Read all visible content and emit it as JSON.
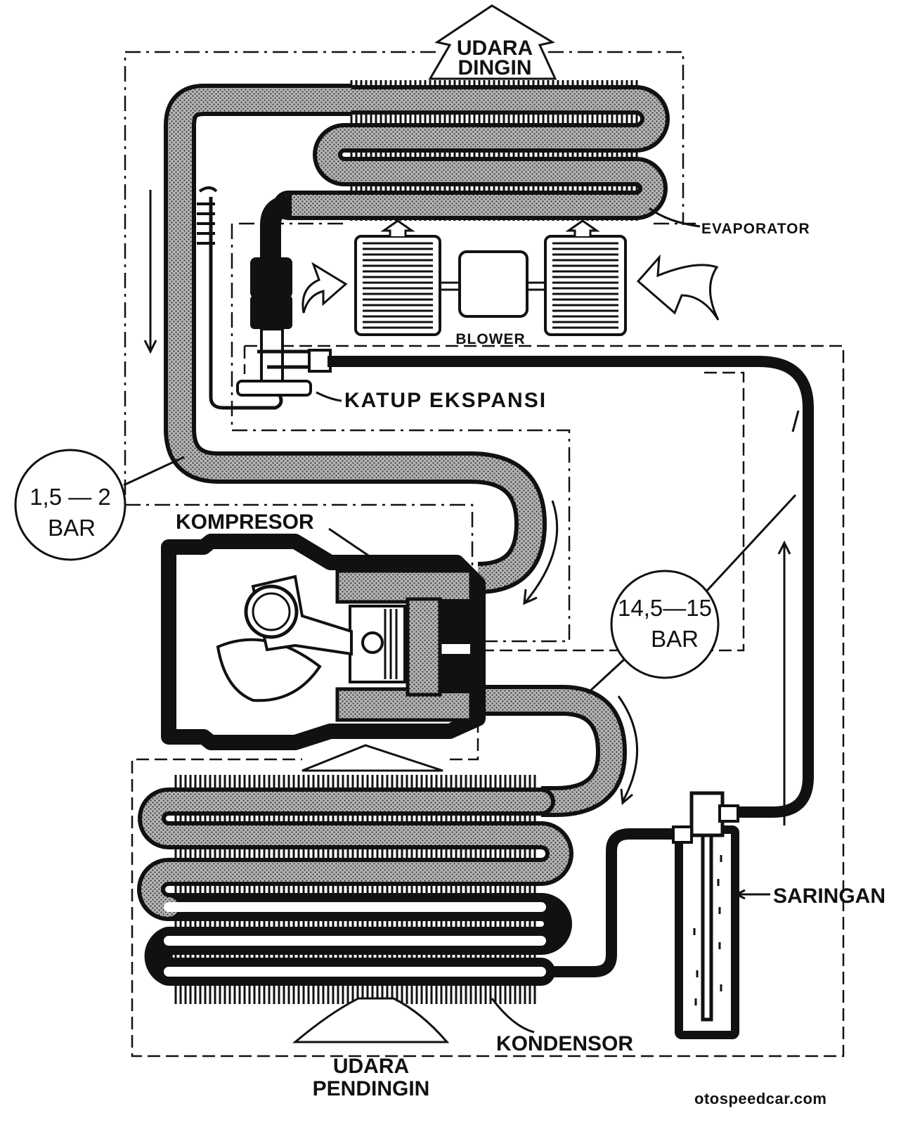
{
  "labels": {
    "cold_air_line1": "UDARA",
    "cold_air_line2": "DINGIN",
    "evaporator": "EVAPORATOR",
    "blower": "BLOWER",
    "expansion_valve": "KATUP EKSPANSI",
    "compressor": "KOMPRESOR",
    "low_pressure_value": "1,5 — 2",
    "low_pressure_unit": "BAR",
    "high_pressure_value": "14,5—15",
    "high_pressure_unit": "BAR",
    "filter": "SARINGAN",
    "condenser": "KONDENSOR",
    "cooling_air_line1": "UDARA",
    "cooling_air_line2": "PENDINGIN"
  },
  "credit": "otospeedcar.com",
  "colors": {
    "ink": "#111111",
    "low_pressure_gas": "#9a9a9a",
    "background": "#ffffff"
  }
}
